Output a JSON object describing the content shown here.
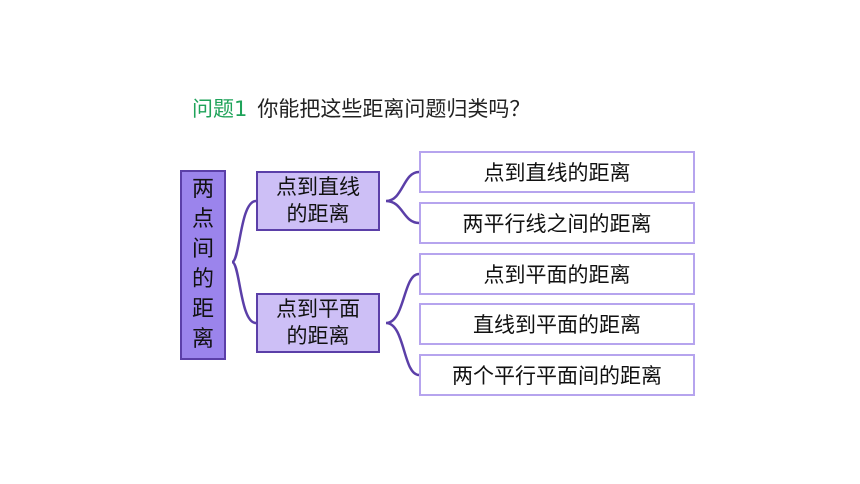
{
  "question": {
    "label": "问题1",
    "text": "你能把这些距离问题归类吗？"
  },
  "root": {
    "chars": [
      "两",
      "点",
      "间",
      "的",
      "距",
      "离"
    ]
  },
  "branches": [
    {
      "label_lines": [
        "点到直线",
        "的距离"
      ],
      "leaves": [
        "点到直线的距离",
        "两平行线之间的距离"
      ]
    },
    {
      "label_lines": [
        "点到平面",
        "的距离"
      ],
      "leaves": [
        "点到平面的距离",
        "直线到平面的距离",
        "两个平行平面间的距离"
      ]
    }
  ],
  "colors": {
    "root_fill": "#9b84ec",
    "mid_fill": "#cdbff6",
    "border": "#5b3fa8",
    "leaf_border": "#b6a4ee",
    "bracket": "#5b3fa8",
    "question_label": "#1fa35a"
  }
}
